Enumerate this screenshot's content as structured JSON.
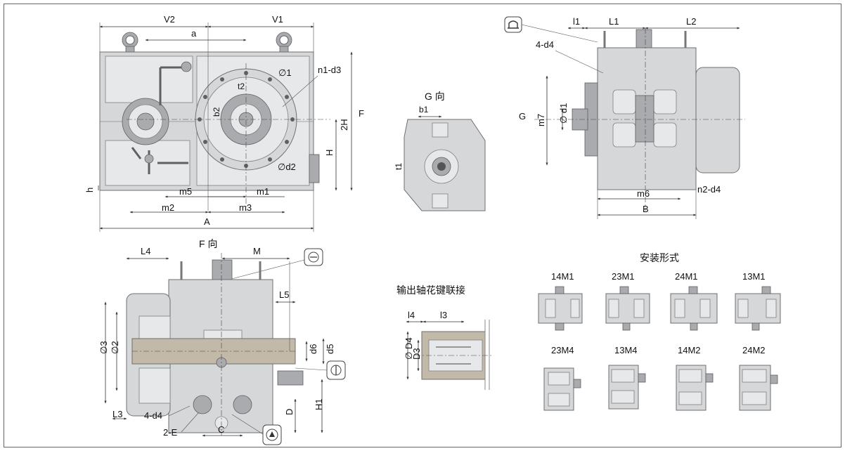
{
  "front_view": {
    "labels": {
      "V2": "V2",
      "V1": "V1",
      "a": "a",
      "n1_d3": "n1-d3",
      "phi1": "∅1",
      "t2": "t2",
      "b2": "b2",
      "phi_d2": "∅d2",
      "H2": "2H",
      "F": "F",
      "H": "H",
      "h": "h",
      "m5": "m5",
      "m1": "m1",
      "m2": "m2",
      "m3": "m3",
      "A": "A"
    }
  },
  "g_view": {
    "title": "G 向",
    "labels": {
      "b1": "b1",
      "t1": "t1"
    }
  },
  "side_view": {
    "labels": {
      "l1": "l1",
      "L1": "L1",
      "L2": "L2",
      "d4_4": "4-d4",
      "G": "G",
      "m7": "m7",
      "phi_d1": "∅ d1",
      "m6": "m6",
      "n2_d4": "n2-d4",
      "B": "B"
    }
  },
  "f_view": {
    "title": "F 向",
    "labels": {
      "L4": "L4",
      "M": "M",
      "L5": "L5",
      "phi3": "∅3",
      "phi2": "∅2",
      "d6": "d6",
      "d5": "d5",
      "H1": "H1",
      "D": "D",
      "L3": "L3",
      "d4_4": "4-d4",
      "E_2": "2-E",
      "C": "C"
    }
  },
  "spline": {
    "title": "输出轴花键联接",
    "labels": {
      "l4": "l4",
      "l3": "l3",
      "D4": "∅ D4",
      "D3": "D3"
    }
  },
  "mounting": {
    "title": "安装形式",
    "positions": [
      "14M1",
      "23M1",
      "24M1",
      "13M1",
      "23M4",
      "13M4",
      "14M2",
      "24M2"
    ]
  },
  "icons": [
    "lifting-eye-icon",
    "vent-plug-icon",
    "oil-level-icon",
    "oil-drain-icon"
  ]
}
